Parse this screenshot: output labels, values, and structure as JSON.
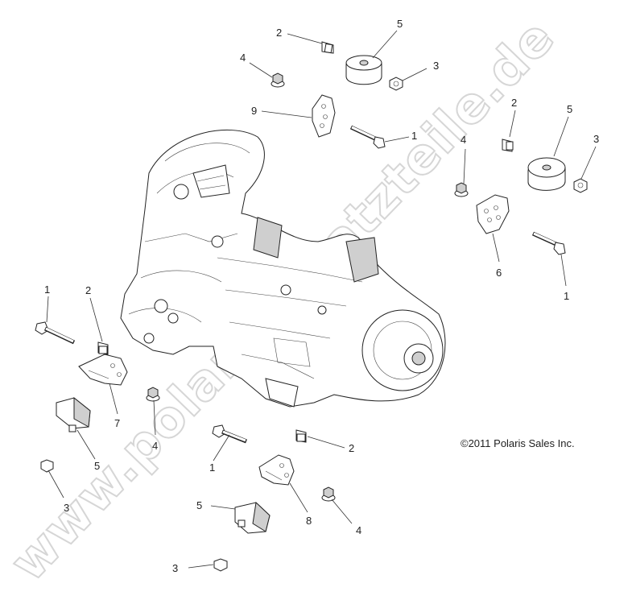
{
  "watermark": "www.polarisersatzteile.de",
  "copyright": "©2011 Polaris Sales Inc.",
  "callouts": {
    "top_bolt": "2",
    "top_mount": "5",
    "top_nut": "3",
    "top_flange_nut": "4",
    "top_bracket": "9",
    "top_long_bolt": "1",
    "right_bolt": "2",
    "right_mount": "5",
    "right_nut": "3",
    "right_flange_nut": "4",
    "right_bracket": "6",
    "right_long_bolt": "1",
    "left_long_bolt": "1",
    "left_bolt": "2",
    "left_bracket": "7",
    "left_mount": "5",
    "left_flange_nut": "4",
    "left_nut": "3",
    "bottom_long_bolt": "1",
    "bottom_bolt": "2",
    "bottom_bracket": "8",
    "bottom_flange_nut": "4",
    "bottom_mount": "5",
    "bottom_nut": "3"
  }
}
